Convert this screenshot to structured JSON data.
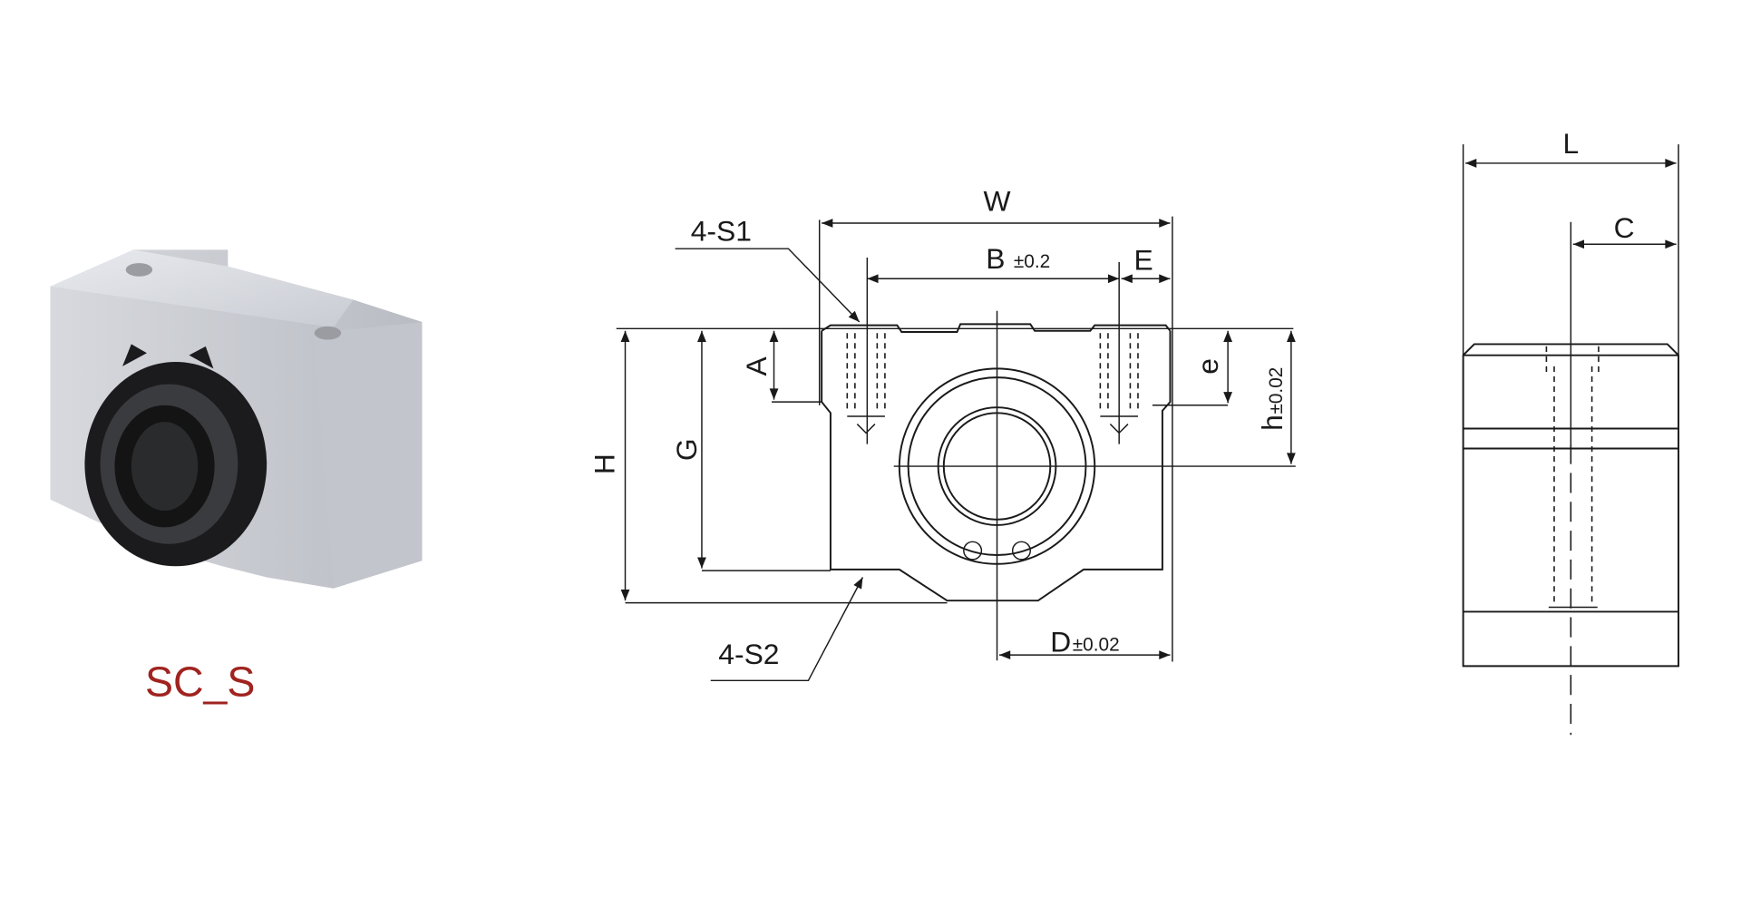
{
  "product": {
    "caption": "SC_S",
    "caption_color": "#a0231f"
  },
  "front_view": {
    "W": "W",
    "B": "B",
    "B_tol": "±0.2",
    "E": "E",
    "S1": "4-S1",
    "S2": "4-S2",
    "A": "A",
    "G": "G",
    "H": "H",
    "e": "e",
    "h": "h",
    "h_tol": "±0.02",
    "D": "D",
    "D_tol": "±0.02"
  },
  "side_view": {
    "L": "L",
    "C": "C"
  }
}
